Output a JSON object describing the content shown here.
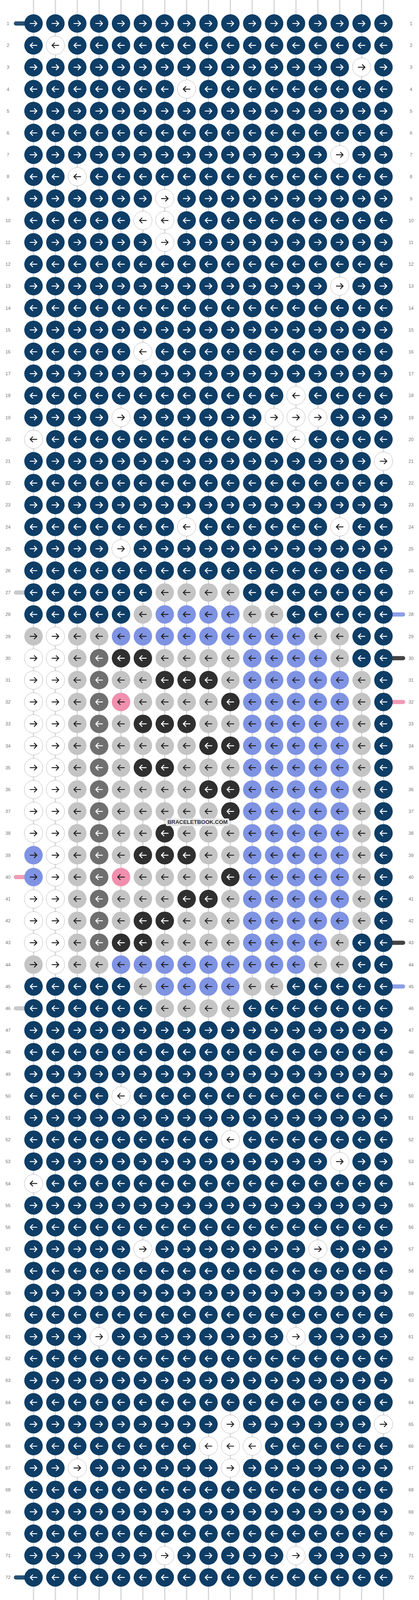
{
  "diagram": {
    "labels": [
      "1",
      "1",
      "2",
      "2",
      "3",
      "3",
      "4",
      "4",
      "5",
      "5",
      "6",
      "6",
      "7",
      "7",
      "8",
      "8",
      "9",
      "9",
      "10",
      "10",
      "11",
      "11",
      "12",
      "12",
      "13",
      "13",
      "14",
      "14",
      "15",
      "15",
      "16",
      "16",
      "17",
      "17",
      "18",
      "18",
      "19",
      "19",
      "20",
      "20",
      "21",
      "21",
      "22",
      "22",
      "23",
      "23",
      "24",
      "24",
      "25",
      "25",
      "26",
      "26",
      "27",
      "27",
      "28",
      "28",
      "29",
      "29",
      "30",
      "30",
      "31",
      "31",
      "32",
      "32",
      "33",
      "33",
      "34",
      "34",
      "35",
      "35",
      "36",
      "36",
      "37",
      "37",
      "38",
      "38",
      "39",
      "39",
      "40",
      "40",
      "41",
      "41",
      "42",
      "42",
      "43",
      "43",
      "44",
      "44",
      "45",
      "45",
      "46",
      "46",
      "47",
      "47",
      "48",
      "48",
      "49",
      "49",
      "50",
      "50",
      "51",
      "51",
      "52",
      "52",
      "53",
      "53",
      "54",
      "54",
      "55",
      "55",
      "56",
      "56",
      "57",
      "57",
      "58",
      "58",
      "59",
      "59",
      "60",
      "60",
      "61",
      "61",
      "62",
      "62",
      "63",
      "63",
      "64",
      "64",
      "65",
      "65",
      "66",
      "66",
      "67",
      "67",
      "68",
      "68",
      "69",
      "69",
      "70",
      "70",
      "71",
      "71",
      "72",
      "72",
      "BRACELETBOOK.COM"
    ]
  }
}
